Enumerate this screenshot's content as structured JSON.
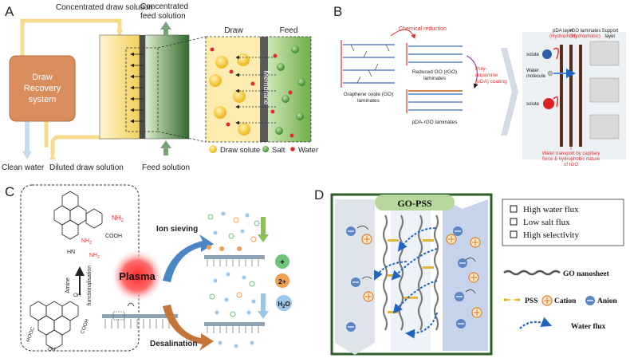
{
  "panels": {
    "a": {
      "letter": "A",
      "draw_recovery": [
        "Draw",
        "Recovery",
        "system"
      ],
      "conc_draw": "Concentrated draw solution",
      "conc_feed_1": "Concentrated",
      "conc_feed_2": "feed solution",
      "draw": "Draw",
      "feed": "Feed",
      "membrane": "Membrane",
      "clean_water": "Clean water",
      "diluted_draw": "Diluted draw solution",
      "feed_solution": "Feed solution",
      "legend_draw_solute": "Draw solute",
      "legend_salt": "Salt",
      "legend_water": "Water"
    },
    "b": {
      "letter": "B",
      "chemical_reduction": "Chemical reduction",
      "go_label_1": "Graphene oxide (GO)",
      "go_label_2": "laminates",
      "rgo_label_1": "Reduced GO (rGO)",
      "rgo_label_2": "laminates",
      "pda_coating_1": "Poly-",
      "pda_coating_2": "dopamine",
      "pda_coating_3": "(pDA) coating",
      "pda_rgo": "pDA-rGO laminates",
      "pda_layer_1": "pDA layer",
      "pda_layer_2": "(Hydrophilic)",
      "rgo_lam_1": "rGO laminates",
      "rgo_lam_2": "(Hydrophobic)",
      "support_1": "Support",
      "support_2": "layer",
      "solute": "solute",
      "water_molecule_1": "Water",
      "water_molecule_2": "molecule",
      "transport_1": "Water transport by capillary",
      "transport_2": "force & hydrophobic nature",
      "transport_3": "of rGO"
    },
    "c": {
      "letter": "C",
      "amine_1": "Amine",
      "amine_2": "functionalisation",
      "nh2": "NH",
      "nh2_sub": "2",
      "cooh": "COOH",
      "hooc": "HOOC",
      "hn": "HN",
      "oh": "OH",
      "plasma": "Plasma",
      "ion_sieving": "Ion sieving",
      "desalination": "Desalination",
      "ion_plus": "+",
      "ion_2plus": "2+",
      "h2o": "H",
      "h2o_sub": "2",
      "h2o_o": "O"
    },
    "d": {
      "letter": "D",
      "title": "GO-PSS",
      "features": [
        "High water flux",
        "Low salt flux",
        "High selectivity"
      ],
      "go_nanosheet": "GO nanosheet",
      "pss": "PSS",
      "cation": "Cation",
      "anion": "Anion",
      "water_flux": "Water flux"
    }
  }
}
